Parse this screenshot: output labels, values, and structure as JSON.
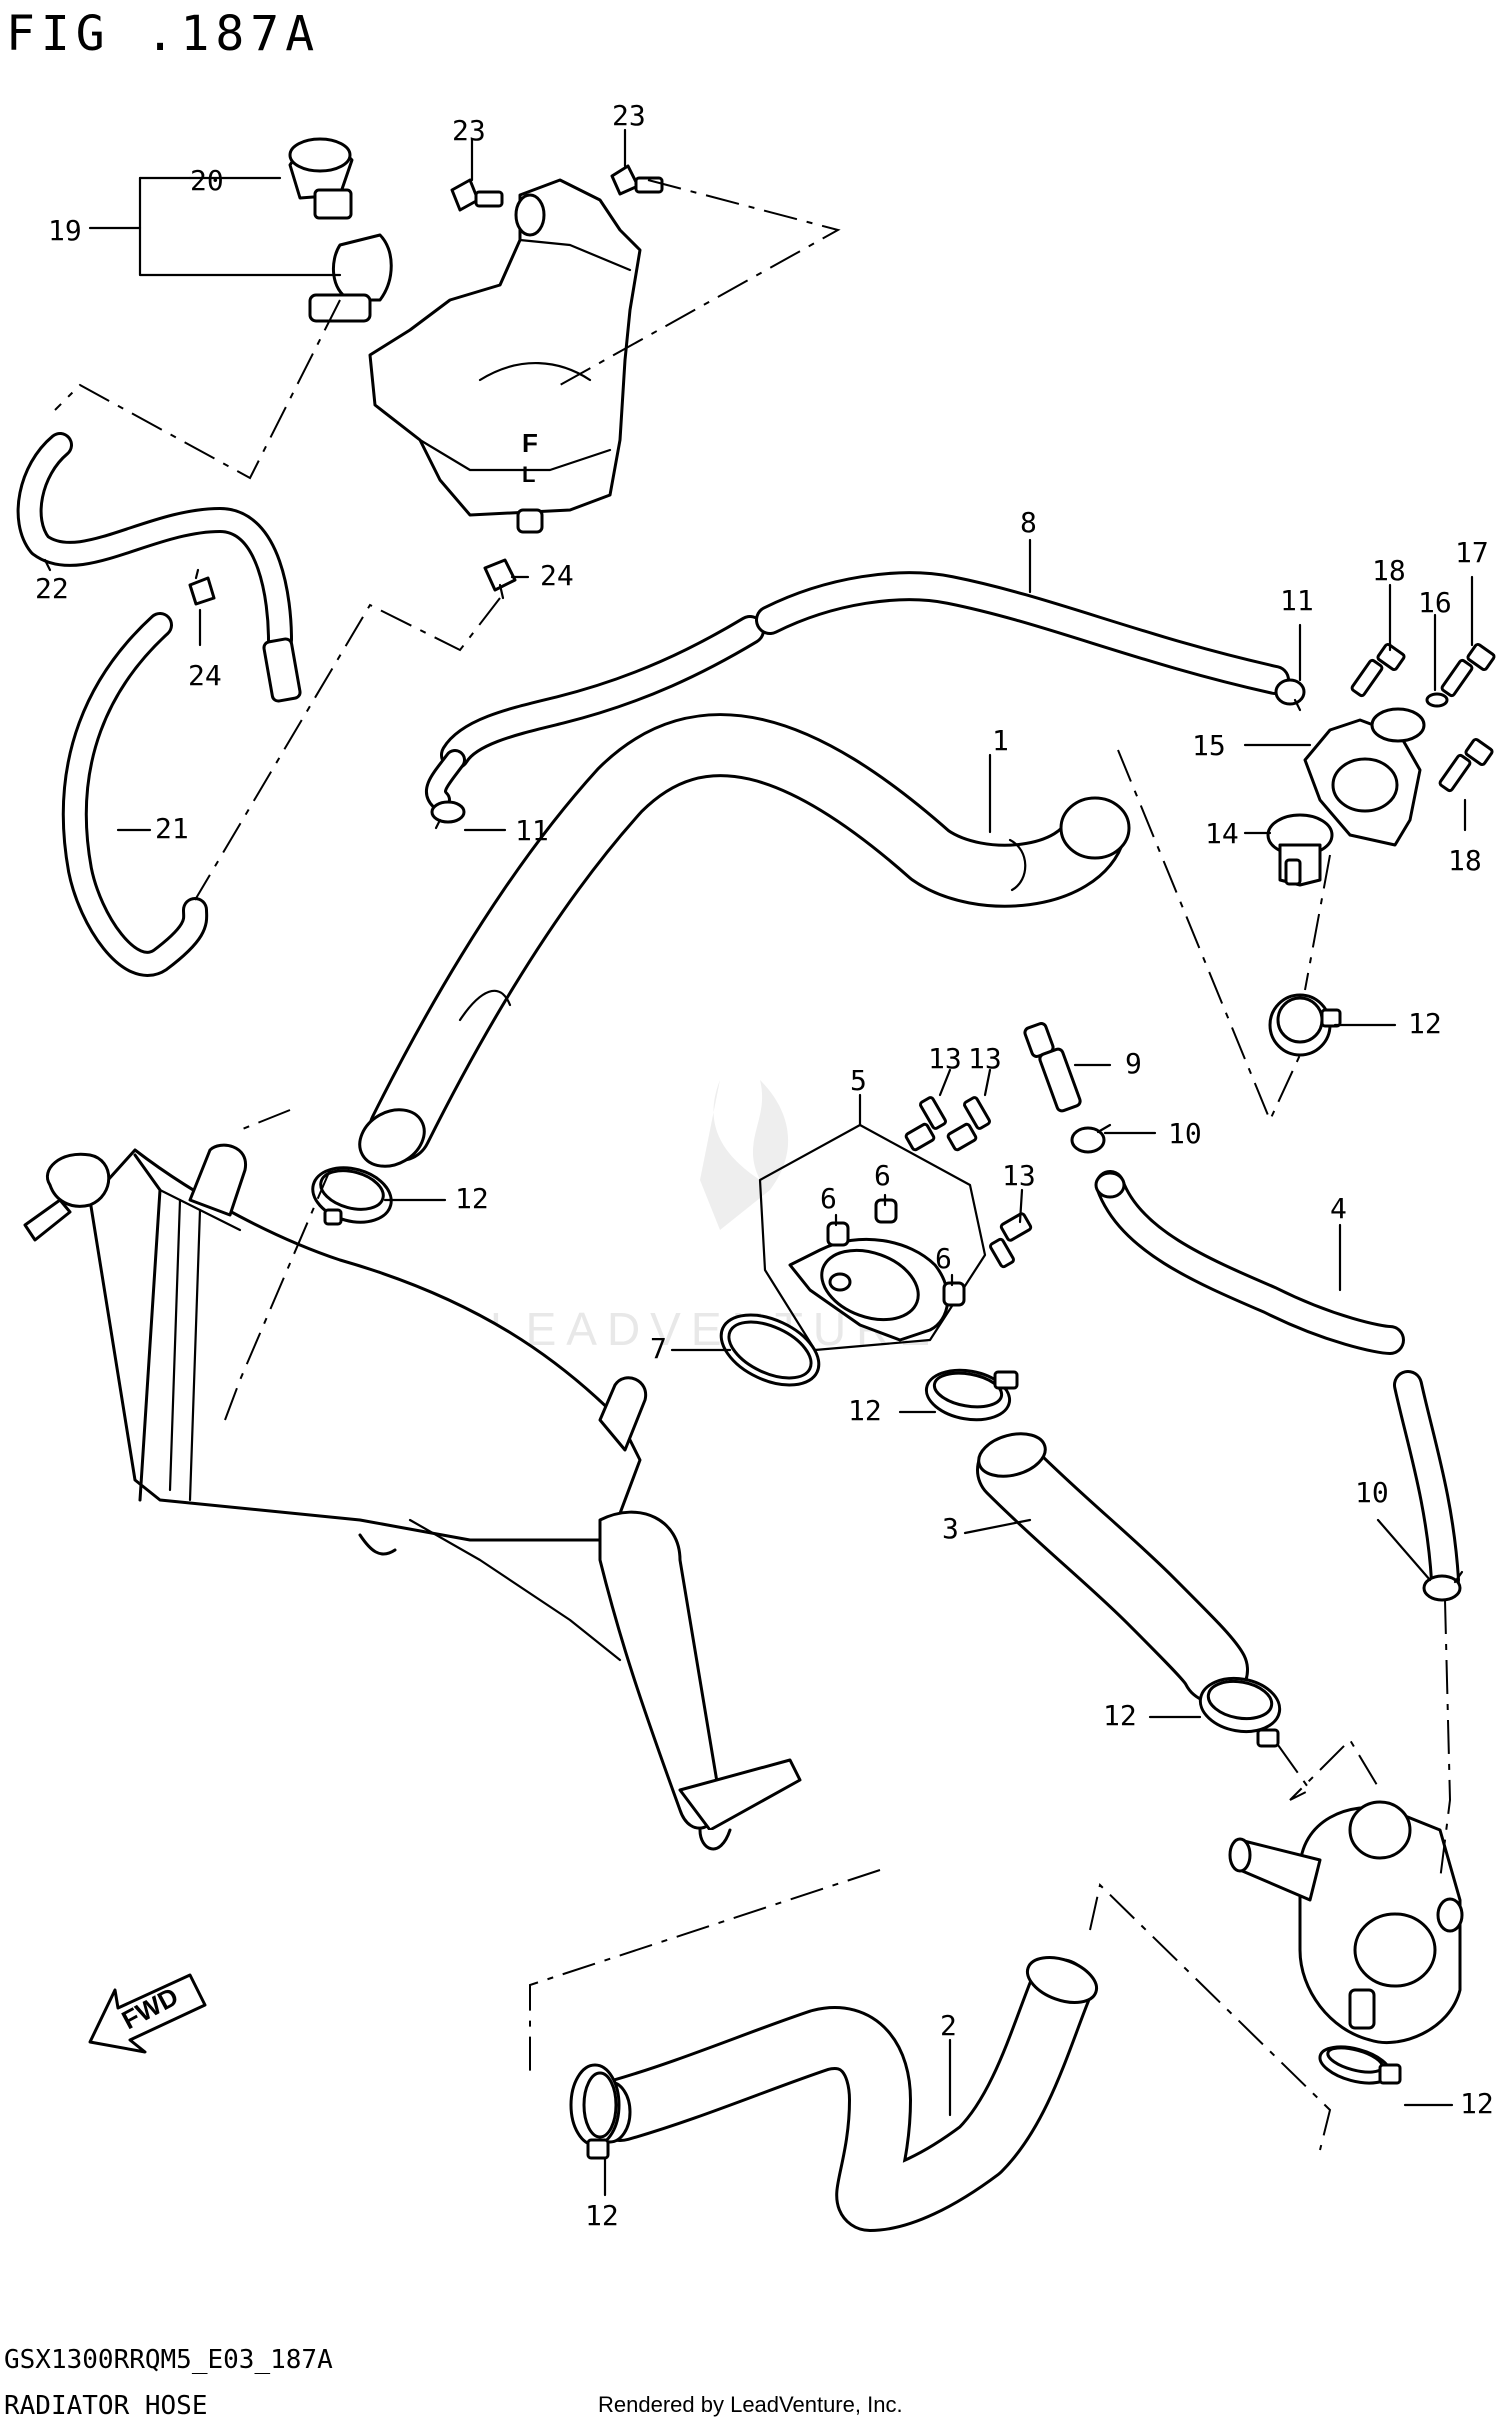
{
  "figure": {
    "title": "FIG .187A",
    "code": "GSX1300RRQM5_E03_187A",
    "name": "RADIATOR HOSE",
    "rendered_by": "Rendered by LeadVenture, Inc.",
    "watermark": "LEADVENTURE",
    "fwd_label": "FWD"
  },
  "callouts": [
    {
      "id": "c1",
      "label": "1"
    },
    {
      "id": "c2",
      "label": "2"
    },
    {
      "id": "c3",
      "label": "3"
    },
    {
      "id": "c4",
      "label": "4"
    },
    {
      "id": "c5",
      "label": "5"
    },
    {
      "id": "c6a",
      "label": "6"
    },
    {
      "id": "c6b",
      "label": "6"
    },
    {
      "id": "c6c",
      "label": "6"
    },
    {
      "id": "c7",
      "label": "7"
    },
    {
      "id": "c8",
      "label": "8"
    },
    {
      "id": "c9",
      "label": "9"
    },
    {
      "id": "c10a",
      "label": "10"
    },
    {
      "id": "c10b",
      "label": "10"
    },
    {
      "id": "c11a",
      "label": "11"
    },
    {
      "id": "c11b",
      "label": "11"
    },
    {
      "id": "c12a",
      "label": "12"
    },
    {
      "id": "c12b",
      "label": "12"
    },
    {
      "id": "c12c",
      "label": "12"
    },
    {
      "id": "c12d",
      "label": "12"
    },
    {
      "id": "c12e",
      "label": "12"
    },
    {
      "id": "c12f",
      "label": "12"
    },
    {
      "id": "c13a",
      "label": "13"
    },
    {
      "id": "c13b",
      "label": "13"
    },
    {
      "id": "c13c",
      "label": "13"
    },
    {
      "id": "c14",
      "label": "14"
    },
    {
      "id": "c15",
      "label": "15"
    },
    {
      "id": "c16",
      "label": "16"
    },
    {
      "id": "c17",
      "label": "17"
    },
    {
      "id": "c18a",
      "label": "18"
    },
    {
      "id": "c18b",
      "label": "18"
    },
    {
      "id": "c19",
      "label": "19"
    },
    {
      "id": "c20",
      "label": "20"
    },
    {
      "id": "c21",
      "label": "21"
    },
    {
      "id": "c22",
      "label": "22"
    },
    {
      "id": "c23a",
      "label": "23"
    },
    {
      "id": "c23b",
      "label": "23"
    },
    {
      "id": "c24a",
      "label": "24"
    },
    {
      "id": "c24b",
      "label": "24"
    }
  ]
}
